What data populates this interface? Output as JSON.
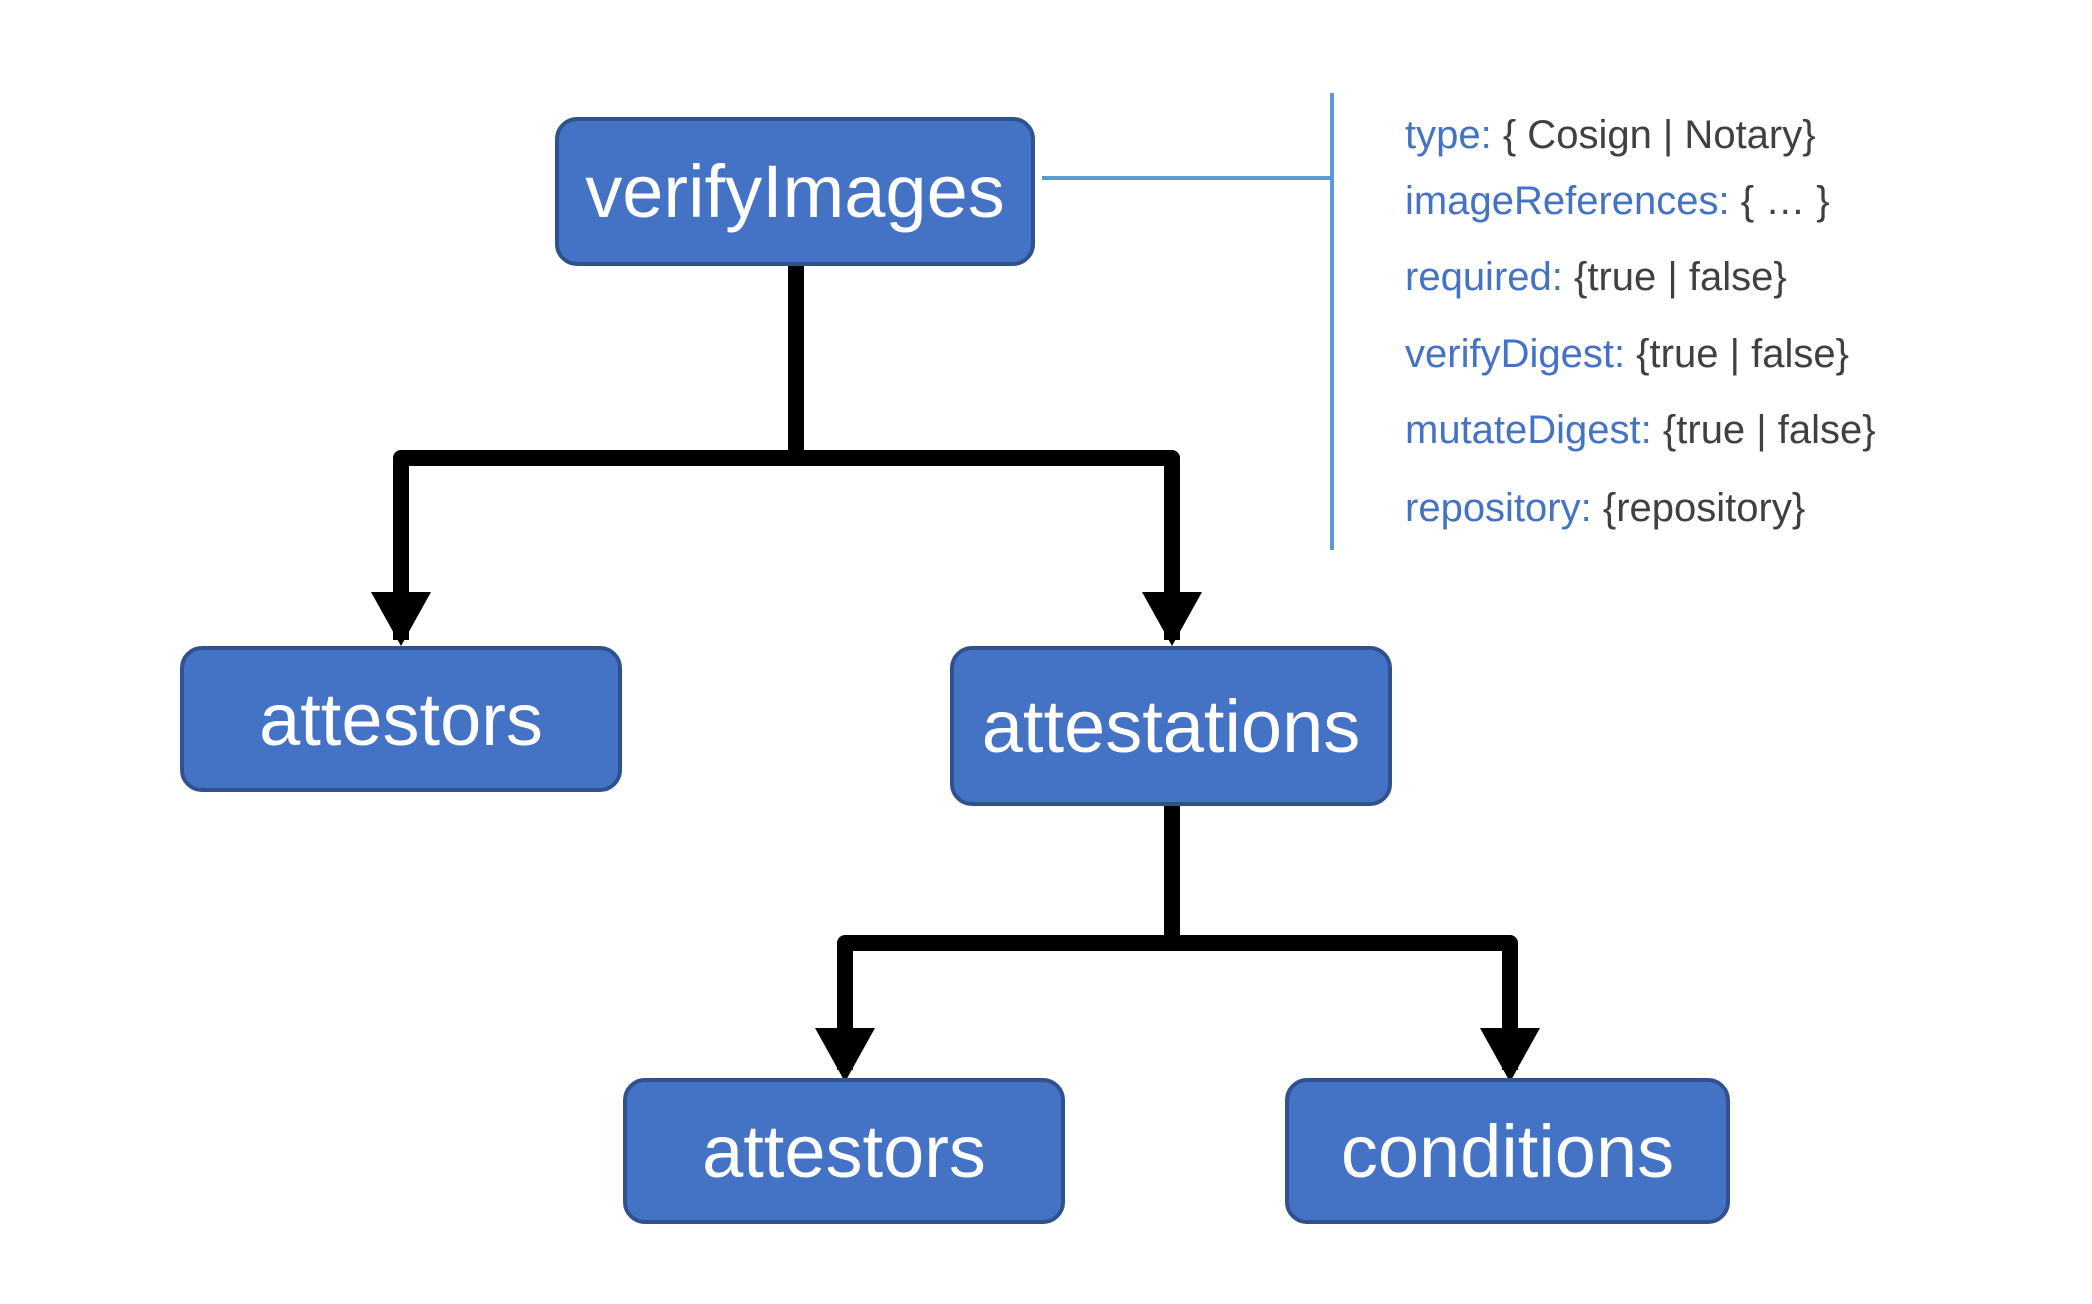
{
  "nodes": {
    "root": "verifyImages",
    "attestors_top": "attestors",
    "attestations": "attestations",
    "attestors_bottom": "attestors",
    "conditions": "conditions"
  },
  "properties": [
    {
      "key": "type:",
      "value": " { Cosign | Notary}"
    },
    {
      "key": "imageReferences:",
      "value": " { … }"
    },
    {
      "key": "required:",
      "value": " {true | false}"
    },
    {
      "key": "verifyDigest:",
      "value": " {true | false}"
    },
    {
      "key": "mutateDigest:",
      "value": " {true | false}"
    },
    {
      "key": "repository:",
      "value": " {repository}"
    }
  ],
  "colors": {
    "node_fill": "#4472C4",
    "node_border": "#2F528F",
    "connector": "#000000",
    "bracket_line": "#5B9BD5",
    "property_key": "#4472C4",
    "property_value": "#404040"
  }
}
